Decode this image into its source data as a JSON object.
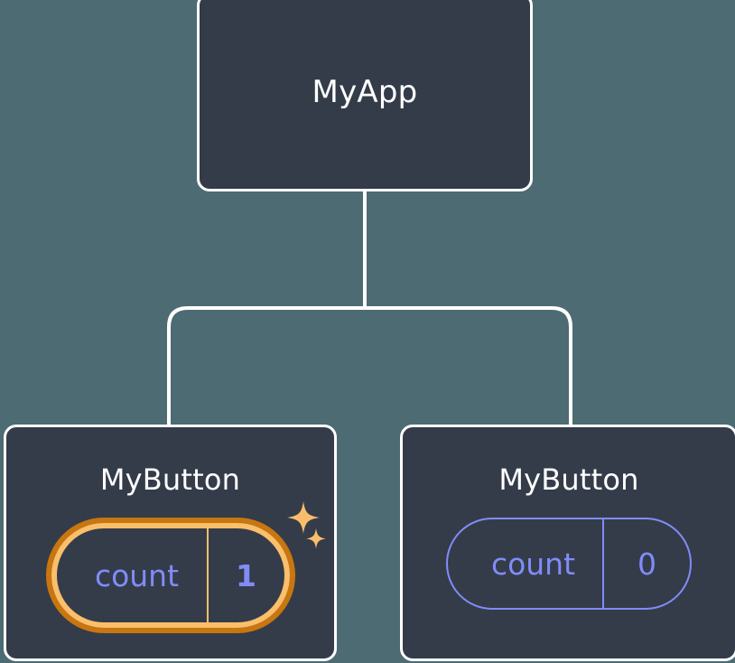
{
  "diagram": {
    "type": "component-tree",
    "background_color": "#4D6B73",
    "node_fill_color": "#343C4A",
    "node_border_color": "#FFFFFF",
    "edge_color": "#FFFFFF",
    "state_color": "#818CF8",
    "highlight_outer_color": "#C8760F",
    "highlight_inner_color": "#FBBF6B",
    "sparkle_color": "#F9BE6B"
  },
  "root": {
    "title": "MyApp"
  },
  "children": [
    {
      "title": "MyButton",
      "state": {
        "key": "count",
        "value": "1"
      },
      "highlighted": true,
      "sparkle_large": "sparkle-icon",
      "sparkle_small": "sparkle-icon"
    },
    {
      "title": "MyButton",
      "state": {
        "key": "count",
        "value": "0"
      },
      "highlighted": false
    }
  ]
}
